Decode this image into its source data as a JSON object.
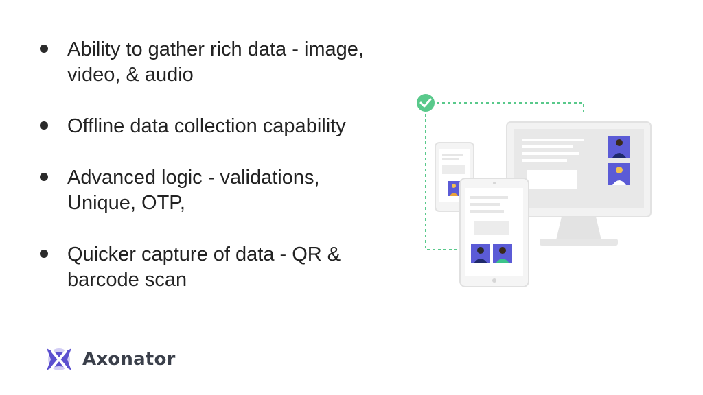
{
  "bullets": [
    {
      "text": "Ability to gather rich data - image, video, & audio"
    },
    {
      "text": "Offline data collection capability"
    },
    {
      "text": "Advanced logic - validations, Unique, OTP,"
    },
    {
      "text": "Quicker capture of data - QR & barcode scan"
    }
  ],
  "brand": {
    "name": "Axonator",
    "logo_icon": "axonator-x-logo-icon"
  },
  "colors": {
    "text": "#222222",
    "check": "#59c98b",
    "dashed_line": "#59c98b",
    "avatar_bg": "#5b5bd6",
    "device_gray": "#e6e6e6",
    "logo_purple": "#6a5acd"
  },
  "icons": [
    "check-circle-icon",
    "person-icon"
  ]
}
